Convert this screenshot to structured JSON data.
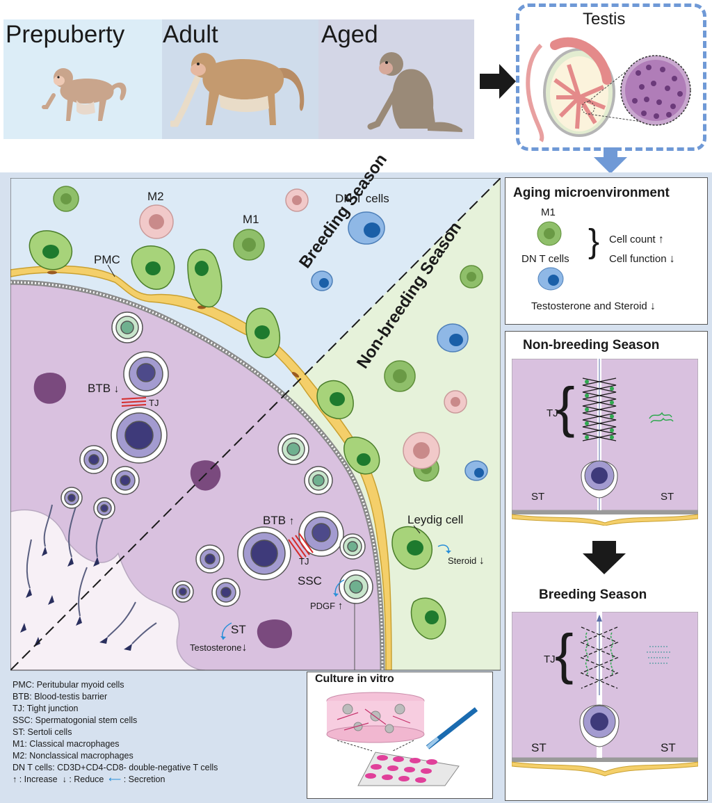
{
  "stages": [
    "Prepuberty",
    "Adult",
    "Aged"
  ],
  "testis_title": "Testis",
  "main_panel": {
    "season_breeding": "Breeding Season",
    "season_nonbreeding": "Non-breeding Season",
    "labels": {
      "m2": "M2",
      "m1": "M1",
      "dn_t_cells": "DN T cells",
      "pmc": "PMC",
      "btb_top": "BTB",
      "tj_top": "TJ",
      "btb_bottom": "BTB",
      "tj_bottom": "TJ",
      "leydig": "Leydig cell",
      "steroid": "Steroid",
      "ssc": "SSC",
      "pdgf": "PDGF",
      "st": "ST",
      "testosterone": "Testosterone"
    }
  },
  "legend": [
    "PMC: Peritubular myoid cells",
    "BTB: Blood-testis barrier",
    "TJ: Tight junction",
    "SSC: Spermatogonial stem cells",
    "ST: Sertoli cells",
    "M1: Classical macrophages",
    "M2: Nonclassical macrophages",
    "DN T cells: CD3D+CD4-CD8- double-negative T cells"
  ],
  "legend_symbols": {
    "increase": ": Increase",
    "reduce": ": Reduce",
    "secretion": ": Secretion"
  },
  "culture": {
    "title": "Culture in vitro"
  },
  "aging": {
    "title": "Aging microenvironment",
    "m1": "M1",
    "dn_t_cells": "DN T cells",
    "cell_count": "Cell count",
    "cell_function": "Cell function",
    "testosterone_steroid": "Testosterone and Steroid"
  },
  "nonbreeding_panel": {
    "title": "Non-breeding Season",
    "tj": "TJ",
    "st_left": "ST",
    "st_right": "ST"
  },
  "breeding_panel": {
    "title": "Breeding Season",
    "tj": "TJ",
    "st_left": "ST",
    "st_right": "ST"
  },
  "colors": {
    "prepuberty_bg": "#dcedf7",
    "adult_bg": "#cfdceb",
    "aged_bg": "#d3d6e6",
    "main_bg": "#d6e1ef",
    "breeding_bg": "#dceaf6",
    "nonbreeding_bg": "#e6f2da",
    "tubule": "#d9c1df",
    "leydig": "#a7d37a",
    "pmc": "#f4cf6a",
    "accent_blue": "#6f99d6"
  }
}
